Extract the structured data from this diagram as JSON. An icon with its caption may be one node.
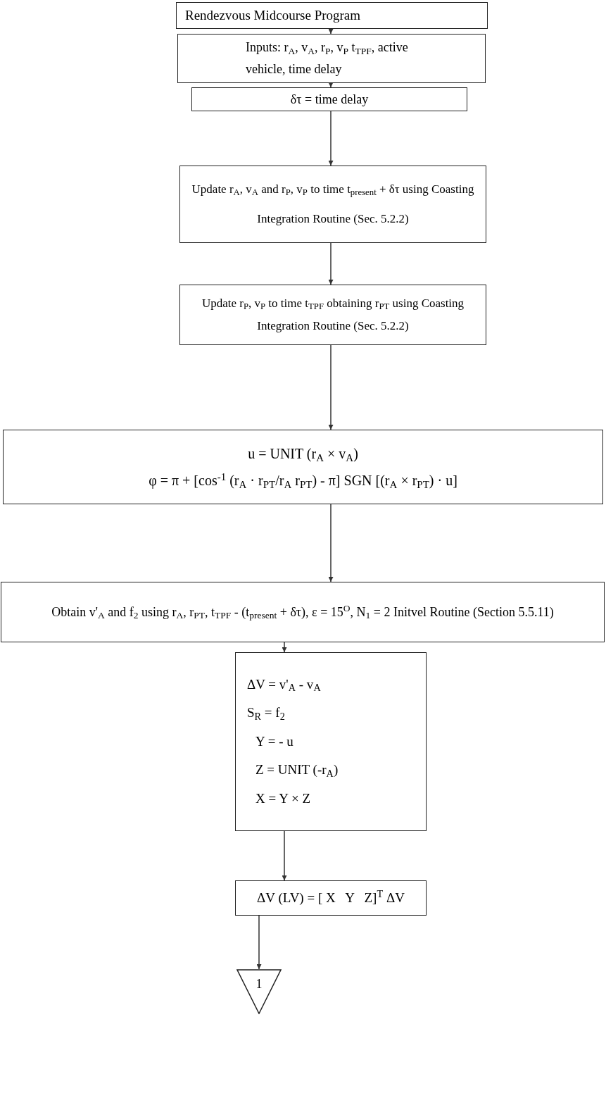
{
  "diagram": {
    "nodes": [
      {
        "text": [
          "Rendezvous Midcourse Program"
        ]
      },
      {
        "text": [
          "Inputs: r$_{A}$, v$_{A}$, r$_{P}$, v$_{P}$ t$_{TPF}$, active vehicle, time delay"
        ]
      },
      {
        "text": [
          "δτ = time delay"
        ]
      },
      {
        "text": [
          "Update r$_{A}$, v$_{A}$ and r$_{P}$, v$_{P}$ to time t$_{present}$ + δτ using Coasting Integration Routine (Sec. 5.2.2)"
        ]
      },
      {
        "text": [
          "Update r$_{P}$, v$_{P}$ to time t$_{TPF}$ obtaining r$_{PT}$ using Coasting Integration Routine (Sec. 5.2.2)"
        ]
      },
      {
        "text": [
          "u = UNIT (r$_{A}$ × v$_{A}$)",
          "φ = π + [cos$^{-1}$ (r$_{A}$ · r$_{PT}$/r$_{A}$ r$_{PT}$) - π] SGN [(r$_{A}$ × r$_{PT}$) · u]"
        ]
      },
      {
        "text": [
          "Obtain v'$_{A}$ and f$_{2}$ using r$_{A}$, r$_{PT}$, t$_{TPF}$ - (t$_{present}$ + δτ), ε = 15$^{O}$, N$_{1}$ = 2 Initvel Routine (Section 5.5.11)"
        ]
      },
      {
        "text": [
          "ΔV = v'$_{A}$ - v$_{A}$",
          "S$_{R}$ = f$_{2}$",
          "Y = - u",
          "Z = UNIT (-r$_{A}$)",
          "X = Y × Z"
        ]
      },
      {
        "text": [
          "ΔV (LV) = [ X   Y   Z]$^{T}$ ΔV"
        ]
      },
      {
        "text": [
          "1"
        ]
      }
    ],
    "edges": [
      {
        "from": 0,
        "to": 1,
        "arrow": "to"
      },
      {
        "from": 1,
        "to": 2,
        "arrow": "to"
      },
      {
        "from": 2,
        "to": 3,
        "arrow": "to"
      },
      {
        "from": 3,
        "to": 4,
        "arrow": "to"
      },
      {
        "from": 4,
        "to": 5,
        "arrow": "to"
      },
      {
        "from": 5,
        "to": 6,
        "arrow": "to"
      },
      {
        "from": 6,
        "to": 7,
        "arrow": "to"
      },
      {
        "from": 7,
        "to": 8,
        "arrow": "to"
      },
      {
        "from": 8,
        "to": 9,
        "arrow": "to"
      }
    ]
  }
}
